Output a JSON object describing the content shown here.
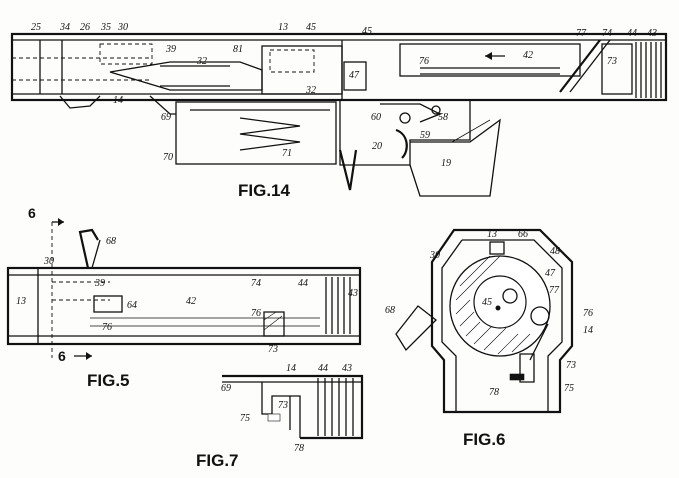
{
  "figures": {
    "fig14": "FIG.14",
    "fig5": "FIG.5",
    "fig6": "FIG.6",
    "fig7": "FIG.7"
  },
  "section_marks": {
    "top": "6",
    "bottom": "6"
  },
  "fig14_labels": [
    "25",
    "34",
    "26",
    "35",
    "30",
    "13",
    "45",
    "39",
    "81",
    "32",
    "45",
    "47",
    "42",
    "77",
    "74",
    "44",
    "43",
    "73",
    "76",
    "32",
    "14",
    "69",
    "60",
    "58",
    "59",
    "70",
    "71",
    "20",
    "19"
  ],
  "fig5_labels": [
    "68",
    "30",
    "39",
    "13",
    "64",
    "42",
    "74",
    "44",
    "43",
    "76",
    "76",
    "73"
  ],
  "fig6_labels": [
    "13",
    "66",
    "30",
    "48",
    "47",
    "45",
    "77",
    "76",
    "68",
    "14",
    "73",
    "78",
    "75"
  ],
  "fig7_labels": [
    "14",
    "44",
    "43",
    "69",
    "73",
    "75",
    "78"
  ]
}
